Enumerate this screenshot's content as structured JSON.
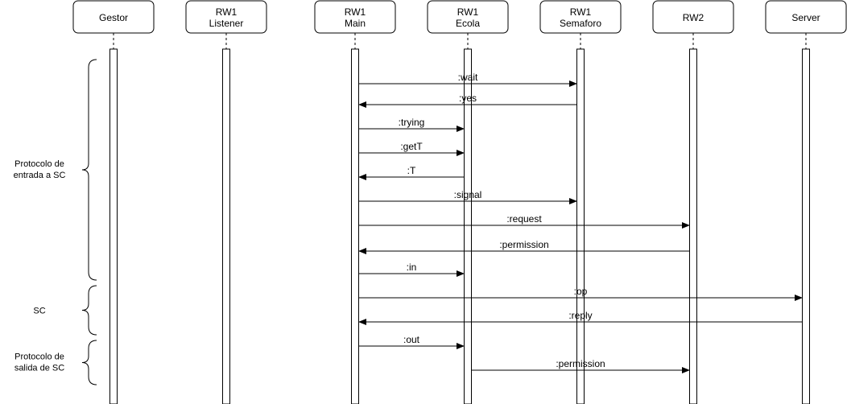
{
  "participants": [
    {
      "line1": "Gestor",
      "line2": ""
    },
    {
      "line1": "RW1",
      "line2": "Listener"
    },
    {
      "line1": "RW1",
      "line2": "Main"
    },
    {
      "line1": "RW1",
      "line2": "Ecola"
    },
    {
      "line1": "RW1",
      "line2": "Semaforo"
    },
    {
      "line1": "RW2",
      "line2": ""
    },
    {
      "line1": "Server",
      "line2": ""
    }
  ],
  "messages": [
    {
      "from": 2,
      "to": 4,
      "label": ":wait"
    },
    {
      "from": 4,
      "to": 2,
      "label": ":yes"
    },
    {
      "from": 2,
      "to": 3,
      "label": ":trying"
    },
    {
      "from": 2,
      "to": 3,
      "label": ":getT"
    },
    {
      "from": 3,
      "to": 2,
      "label": ":T"
    },
    {
      "from": 2,
      "to": 4,
      "label": ":signal"
    },
    {
      "from": 2,
      "to": 5,
      "label": ":request"
    },
    {
      "from": 5,
      "to": 2,
      "label": ":permission"
    },
    {
      "from": 2,
      "to": 3,
      "label": ":in"
    },
    {
      "from": 2,
      "to": 6,
      "label": ":op"
    },
    {
      "from": 6,
      "to": 2,
      "label": ":reply"
    },
    {
      "from": 2,
      "to": 3,
      "label": ":out"
    },
    {
      "from": 3,
      "to": 5,
      "label": ":permission"
    }
  ],
  "phases": [
    {
      "line1": "Protocolo de",
      "line2": "entrada a SC"
    },
    {
      "line1": "SC",
      "line2": ""
    },
    {
      "line1": "Protocolo de",
      "line2": "salida de SC"
    }
  ]
}
